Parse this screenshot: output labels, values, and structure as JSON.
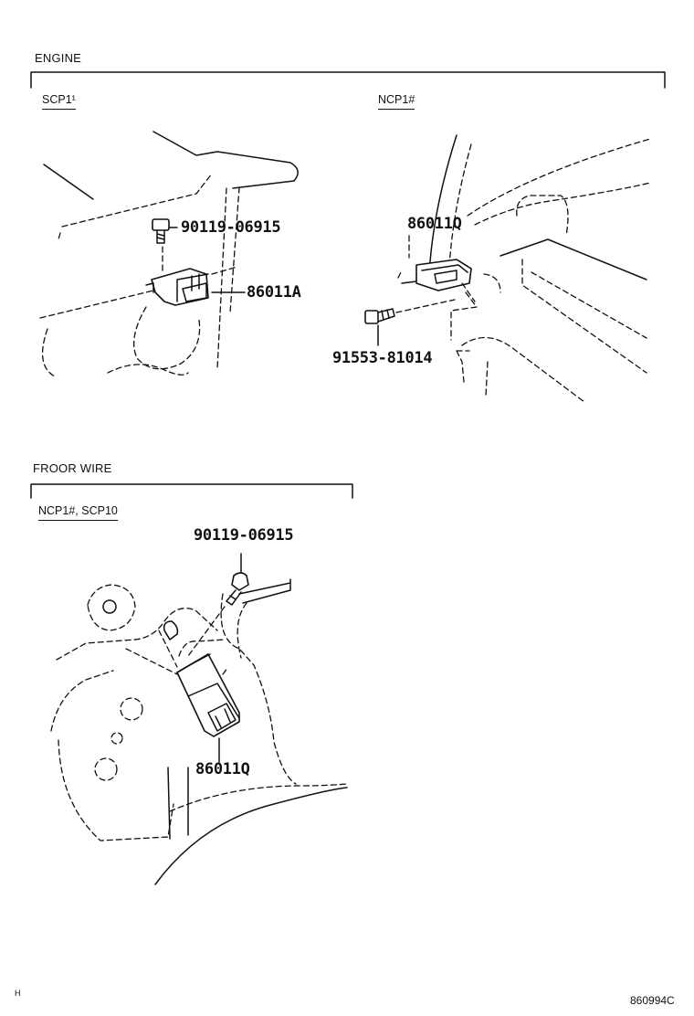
{
  "sections": {
    "engine": {
      "label": "ENGINE",
      "scp": {
        "variant": "SCP1¹",
        "bolt_part": "90119-06915",
        "sensor_part": "86011A"
      },
      "ncp": {
        "variant": "NCP1#",
        "sensor_part": "86011Q",
        "bolt_part": "91553-81014"
      }
    },
    "floor_wire": {
      "label": "FROOR WIRE",
      "variant": "NCP1#, SCP10",
      "bolt_part": "90119-06915",
      "sensor_part": "86011Q"
    }
  },
  "footer": {
    "left_mark": "H",
    "code": "860994C"
  }
}
